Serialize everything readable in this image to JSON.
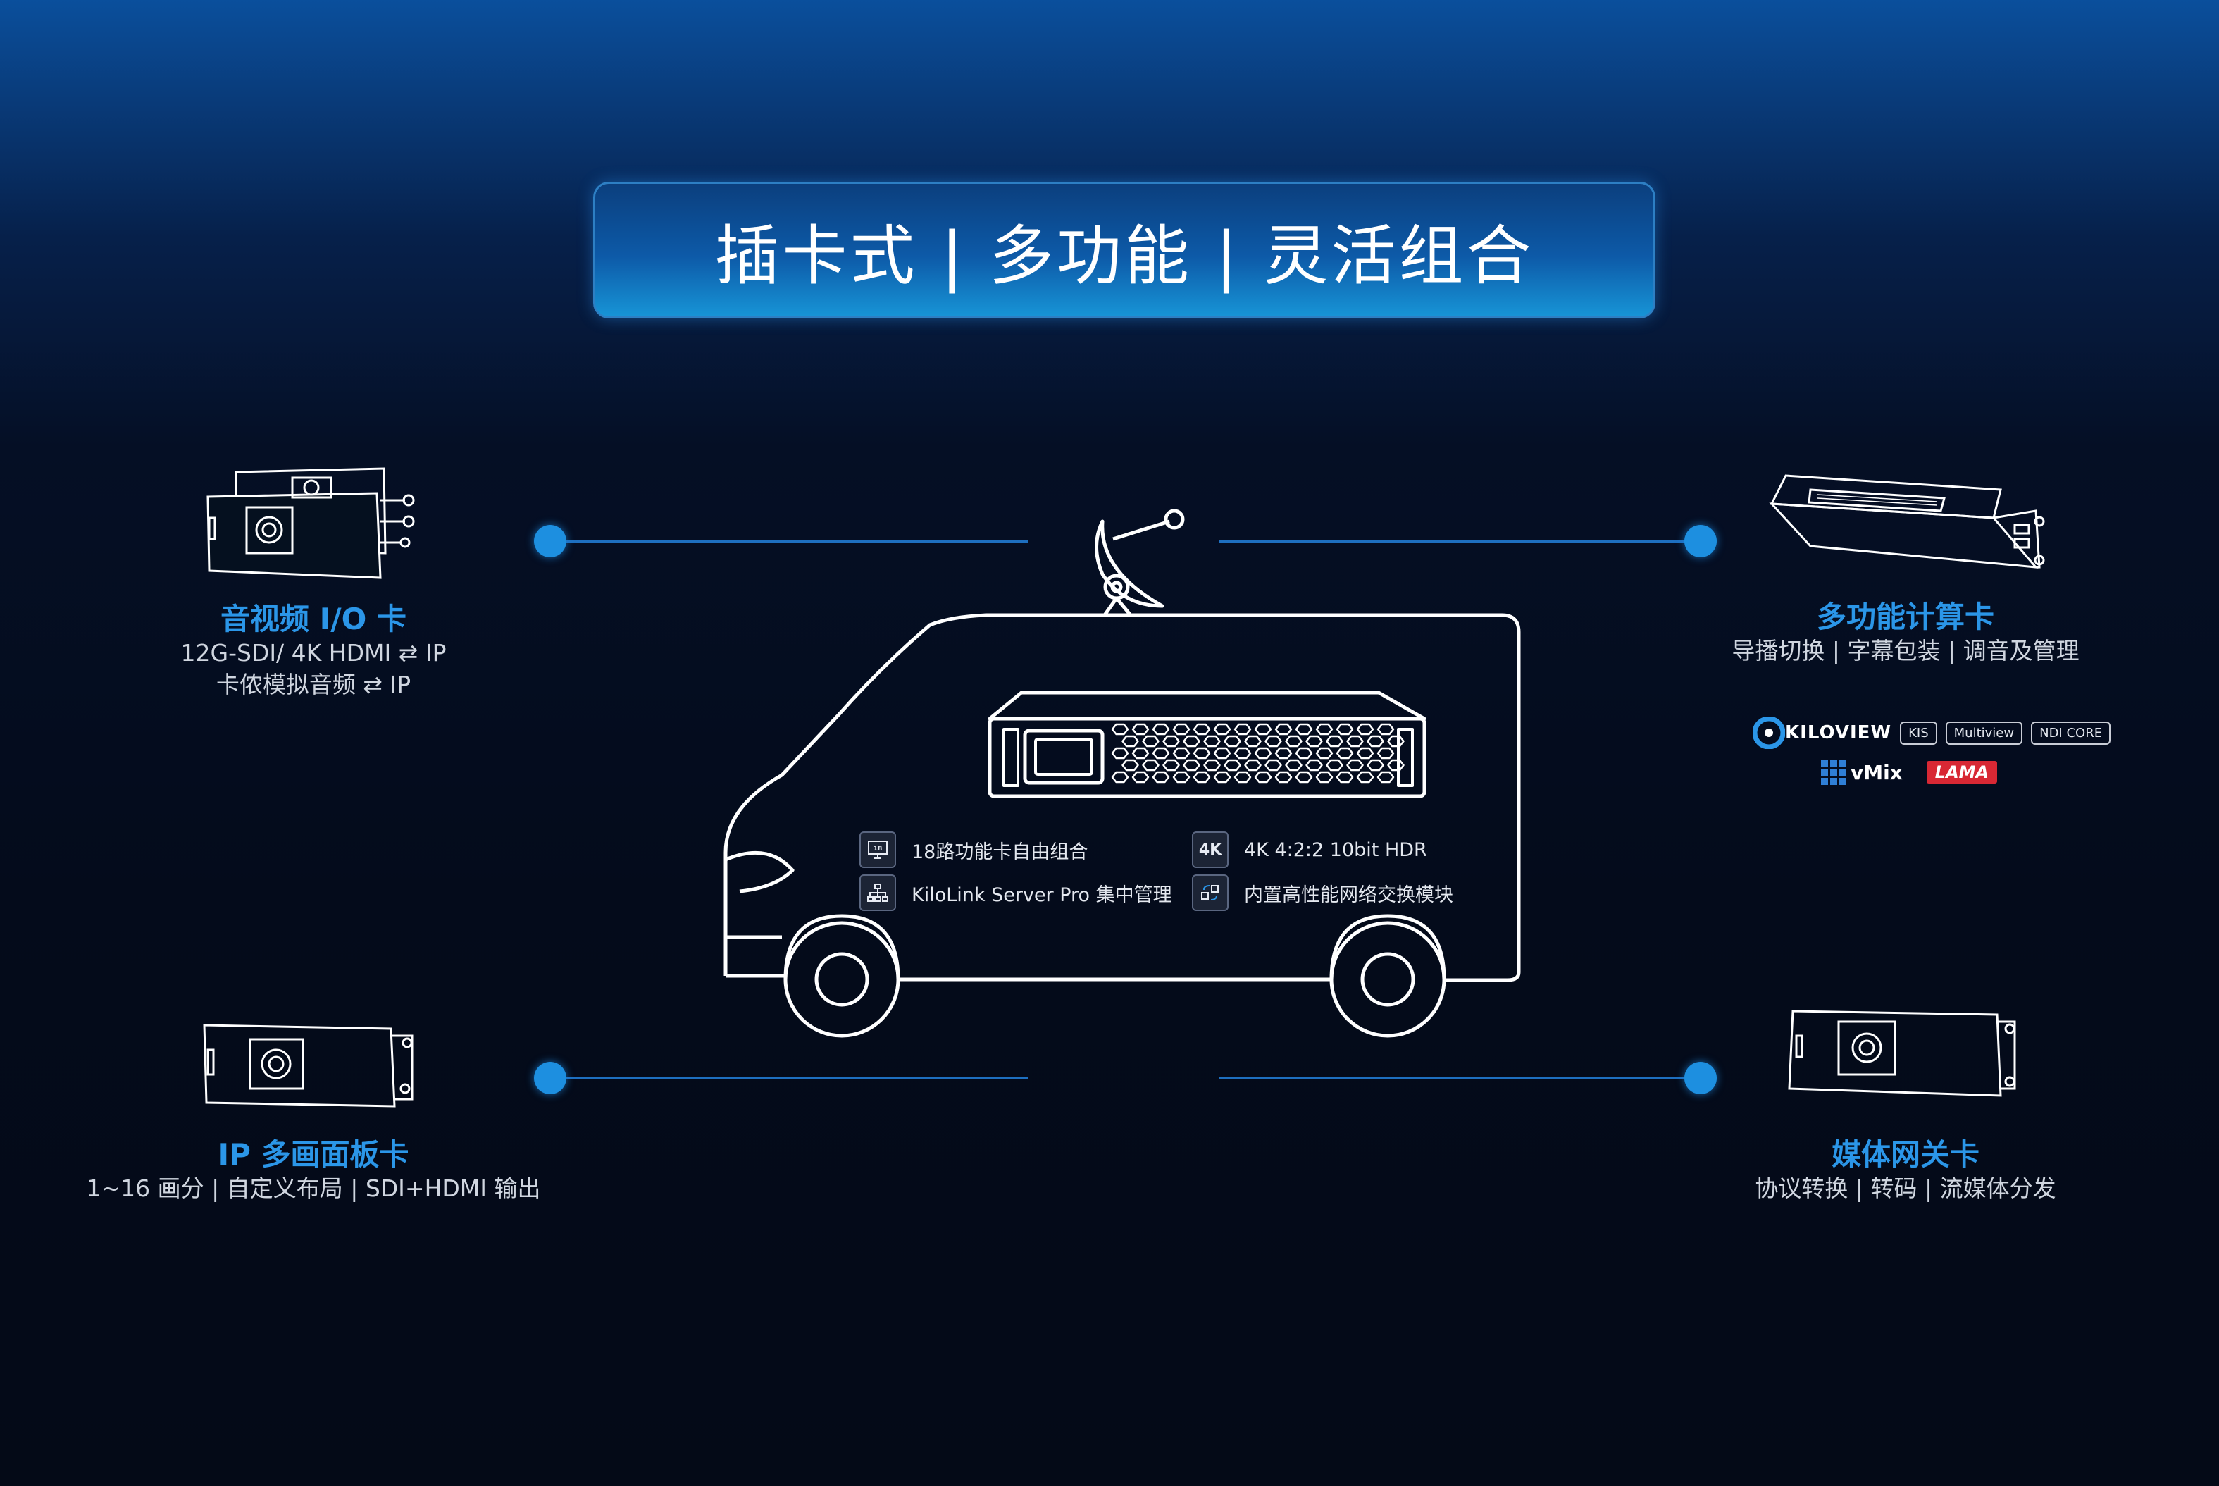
{
  "banner": {
    "title": "插卡式 | 多功能 | 灵活组合"
  },
  "cards": {
    "av_io": {
      "title": "音视频 I/O 卡",
      "line1": "12G-SDI/ 4K HDMI ⇄ IP",
      "line2": "卡侬模拟音频 ⇄ IP"
    },
    "ip_multiview": {
      "title": "IP 多画面板卡",
      "line1": "1~16 画分 | 自定义布局 | SDI+HDMI 输出"
    },
    "compute": {
      "title": "多功能计算卡",
      "line1": "导播切换 | 字幕包装 | 调音及管理"
    },
    "gateway": {
      "title": "媒体网关卡",
      "line1": "协议转换 | 转码 | 流媒体分发"
    }
  },
  "features": [
    {
      "icon": "monitor-icon",
      "icon_text": "",
      "text": "18路功能卡自由组合"
    },
    {
      "icon": "4k-icon",
      "icon_text": "4K",
      "text": "4K 4:2:2 10bit HDR"
    },
    {
      "icon": "network-tree-icon",
      "icon_text": "",
      "text": "KiloLink Server Pro 集中管理"
    },
    {
      "icon": "switch-module-icon",
      "icon_text": "",
      "text": "内置高性能网络交换模块"
    }
  ],
  "logos": {
    "kiloview": "KILOVIEW",
    "tags": [
      "KIS",
      "Multiview",
      "NDI CORE"
    ],
    "vmix": "vMix",
    "lama": "LAMA"
  },
  "colors": {
    "accent": "#1d8fe0",
    "title_blue": "#2b96e8",
    "line": "#ffffff",
    "lama_red": "#d82834"
  }
}
